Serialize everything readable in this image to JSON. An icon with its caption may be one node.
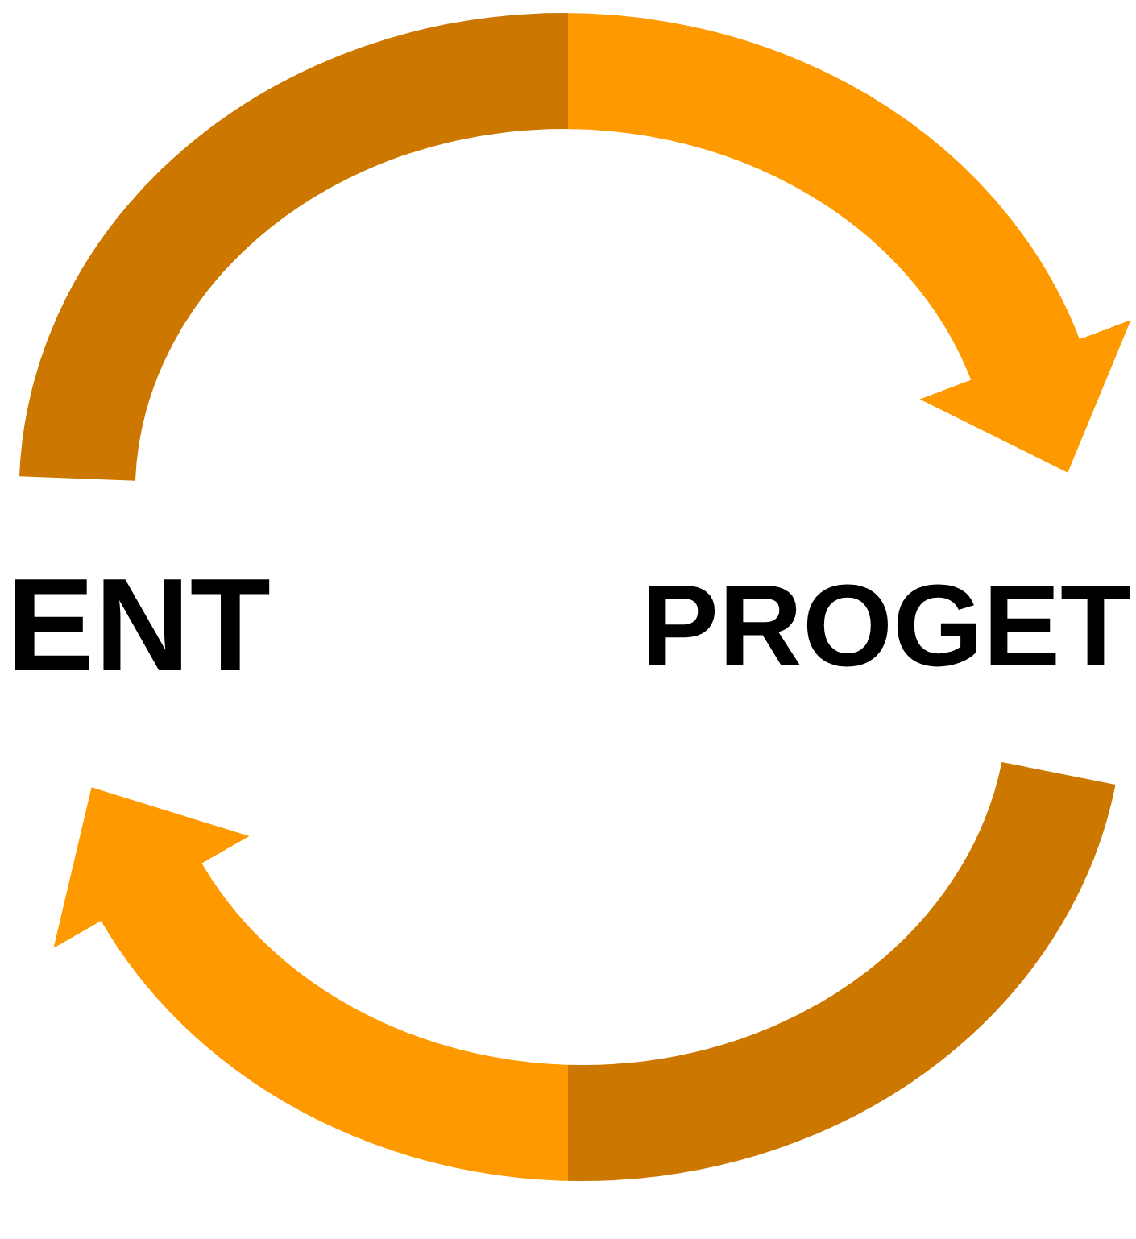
{
  "diagram": {
    "nodes": [
      {
        "text": [
          "ENT"
        ]
      },
      {
        "text": [
          "PROGET"
        ]
      }
    ],
    "edges": [
      {
        "from": 0,
        "to": 1,
        "arrow": "to"
      },
      {
        "from": 1,
        "to": 0,
        "arrow": "to"
      }
    ]
  }
}
